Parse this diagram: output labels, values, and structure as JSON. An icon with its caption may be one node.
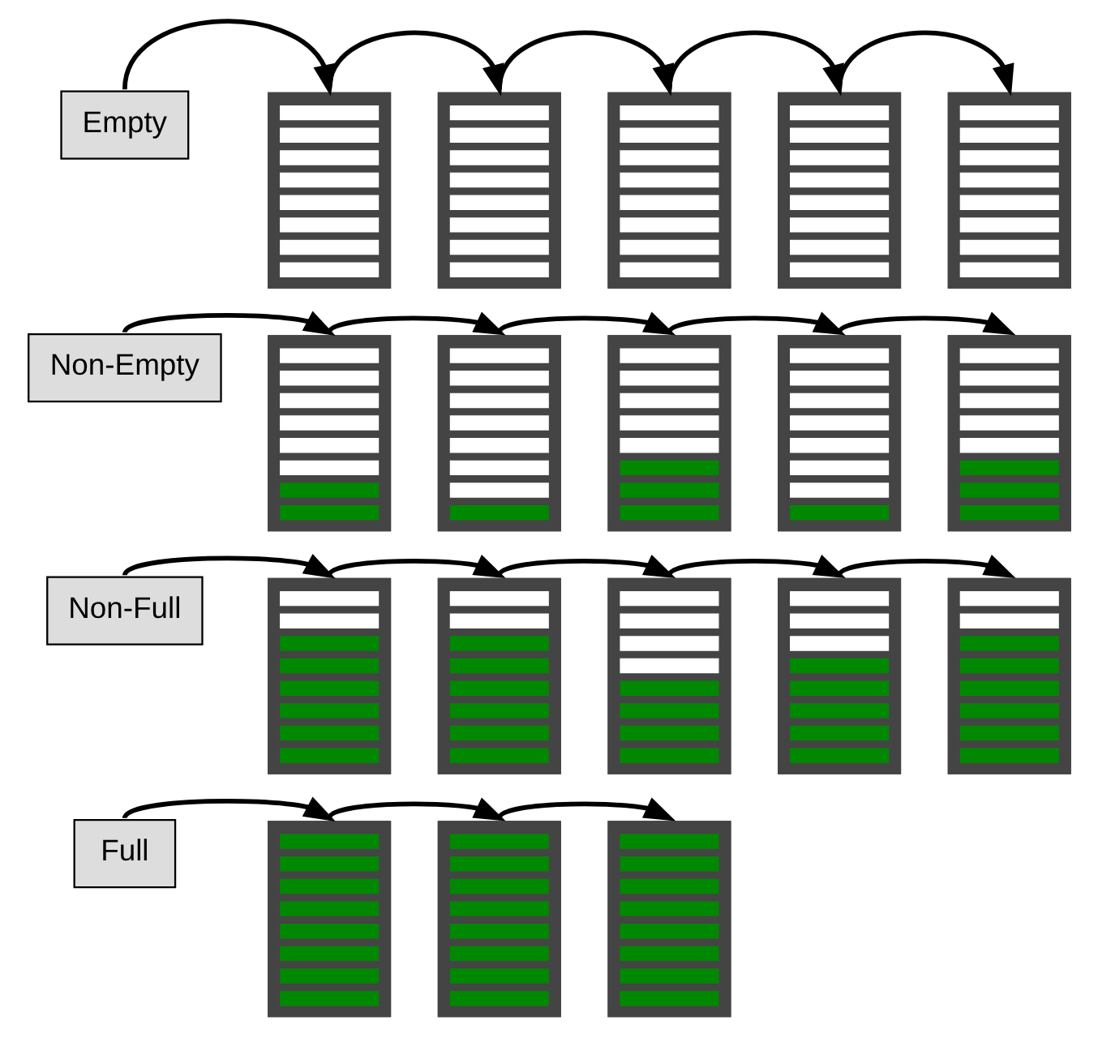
{
  "diagram": {
    "nodes": [
      {
        "text": [
          "Full"
        ]
      },
      {
        "text": [],
        "shape": "bar"
      },
      {
        "text": [],
        "shape": "bar"
      },
      {
        "text": [],
        "shape": "bar"
      },
      {
        "text": [
          "Non-Full"
        ]
      },
      {
        "text": [],
        "shape": "bar"
      },
      {
        "text": [],
        "shape": "bar"
      },
      {
        "text": [],
        "shape": "bar"
      },
      {
        "text": [],
        "shape": "bar"
      },
      {
        "text": [],
        "shape": "bar"
      },
      {
        "text": [
          "Non-Empty"
        ]
      },
      {
        "text": [],
        "shape": "bar"
      },
      {
        "text": [],
        "shape": "bar"
      },
      {
        "text": [],
        "shape": "bar"
      },
      {
        "text": [],
        "shape": "bar"
      },
      {
        "text": [],
        "shape": "bar"
      },
      {
        "text": [
          "Empty"
        ]
      },
      {
        "text": [],
        "shape": "bar"
      },
      {
        "text": [],
        "shape": "bar"
      },
      {
        "text": [],
        "shape": "bar"
      },
      {
        "text": [],
        "shape": "bar"
      },
      {
        "text": [],
        "shape": "bar"
      }
    ],
    "edges": [
      {
        "from": 0,
        "to": 1,
        "arrow": "to"
      },
      {
        "from": 1,
        "to": 2,
        "arrow": "to"
      },
      {
        "from": 2,
        "to": 3,
        "arrow": "to"
      },
      {
        "from": 4,
        "to": 5,
        "arrow": "to"
      },
      {
        "from": 5,
        "to": 6,
        "arrow": "to"
      },
      {
        "from": 6,
        "to": 7,
        "arrow": "to"
      },
      {
        "from": 7,
        "to": 8,
        "arrow": "to"
      },
      {
        "from": 8,
        "to": 9,
        "arrow": "to"
      },
      {
        "from": 10,
        "to": 11,
        "arrow": "to"
      },
      {
        "from": 11,
        "to": 12,
        "arrow": "to"
      },
      {
        "from": 12,
        "to": 13,
        "arrow": "to"
      },
      {
        "from": 13,
        "to": 14,
        "arrow": "to"
      },
      {
        "from": 14,
        "to": 15,
        "arrow": "to"
      },
      {
        "from": 16,
        "to": 17,
        "arrow": "to"
      },
      {
        "from": 17,
        "to": 18,
        "arrow": "to"
      },
      {
        "from": 18,
        "to": 19,
        "arrow": "to"
      },
      {
        "from": 19,
        "to": 20,
        "arrow": "to"
      },
      {
        "from": 20,
        "to": 21,
        "arrow": "to"
      }
    ]
  }
}
